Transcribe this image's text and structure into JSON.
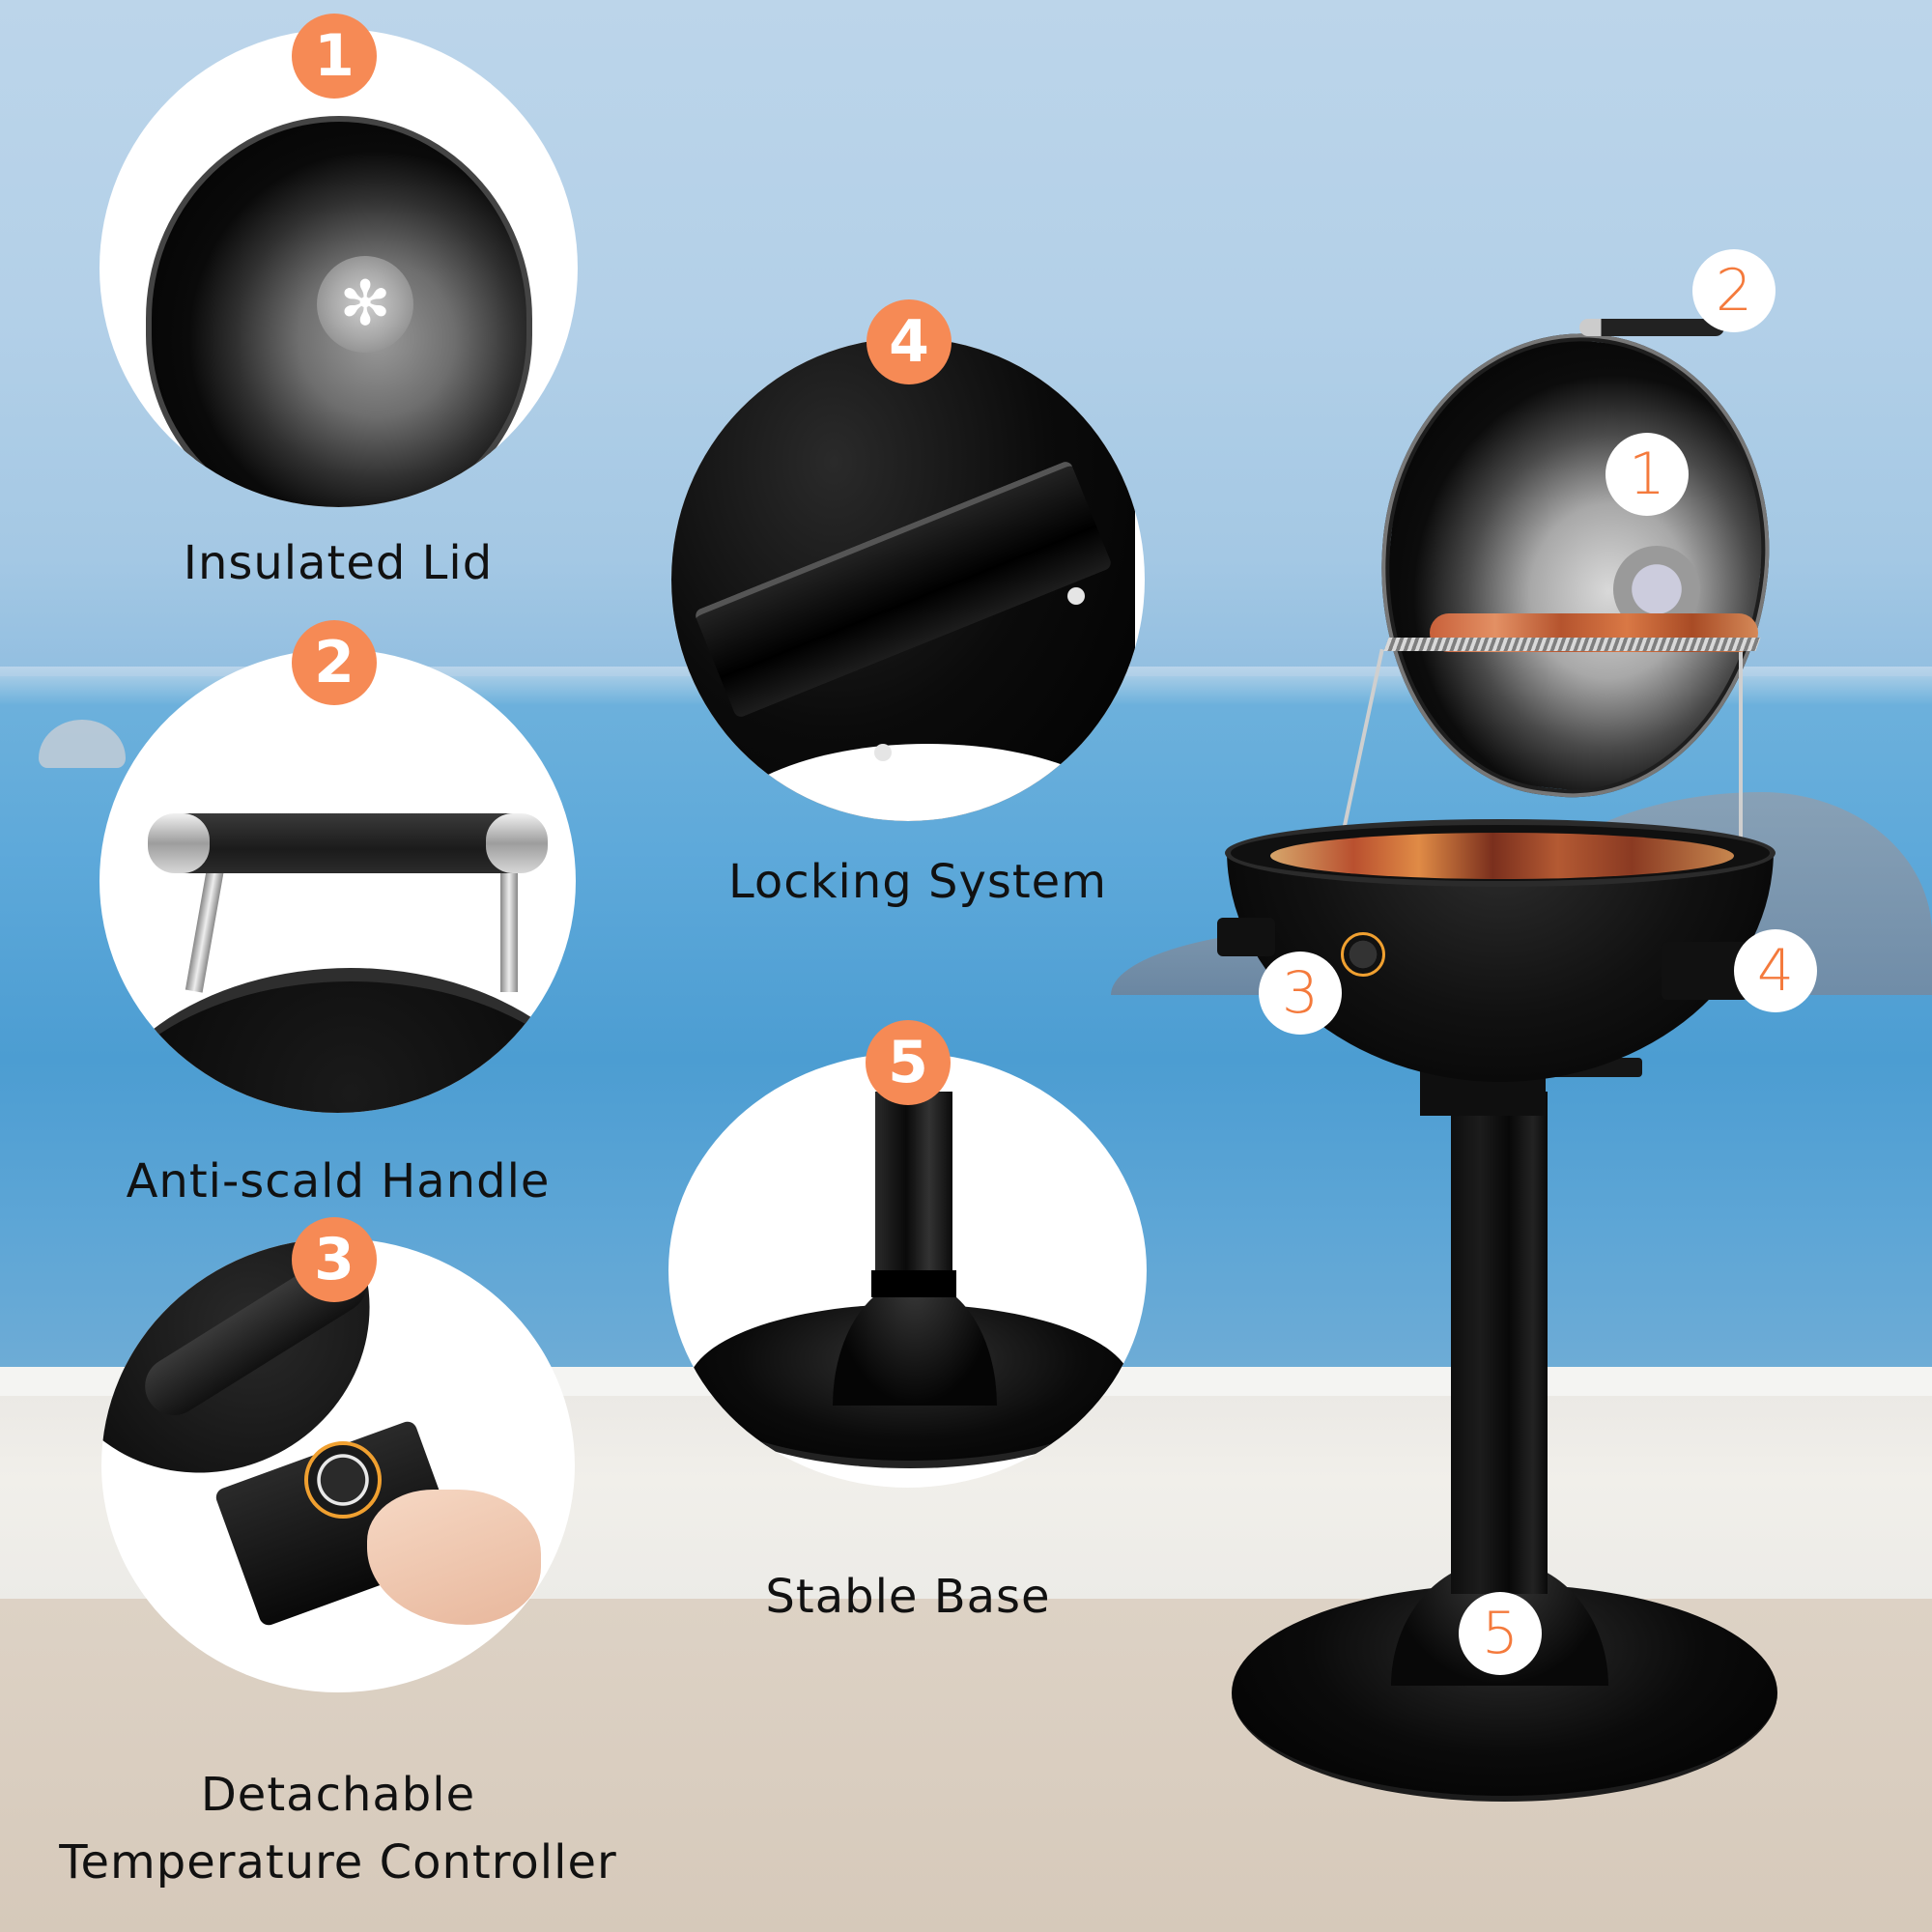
{
  "colors": {
    "badge_fill": "#f68a55",
    "badge_text": "#ffffff",
    "marker_fill": "#ffffff",
    "marker_text": "#f47a3c",
    "caption_text": "#111111",
    "sky": "#b3d0e8",
    "sea": "#5ea9da",
    "wall": "#ecebe7",
    "ledge": "#d9cdbf"
  },
  "features": [
    {
      "number": "1",
      "label": "Insulated Lid"
    },
    {
      "number": "2",
      "label": "Anti-scald Handle"
    },
    {
      "number": "3",
      "label": "Detachable",
      "label_line2": "Temperature Controller"
    },
    {
      "number": "4",
      "label": "Locking System"
    },
    {
      "number": "5",
      "label": "Stable Base"
    }
  ],
  "main_product": {
    "markers": [
      {
        "number": "1",
        "target": "lid"
      },
      {
        "number": "2",
        "target": "handle"
      },
      {
        "number": "3",
        "target": "temperature controller"
      },
      {
        "number": "4",
        "target": "locking system"
      },
      {
        "number": "5",
        "target": "base"
      }
    ]
  }
}
